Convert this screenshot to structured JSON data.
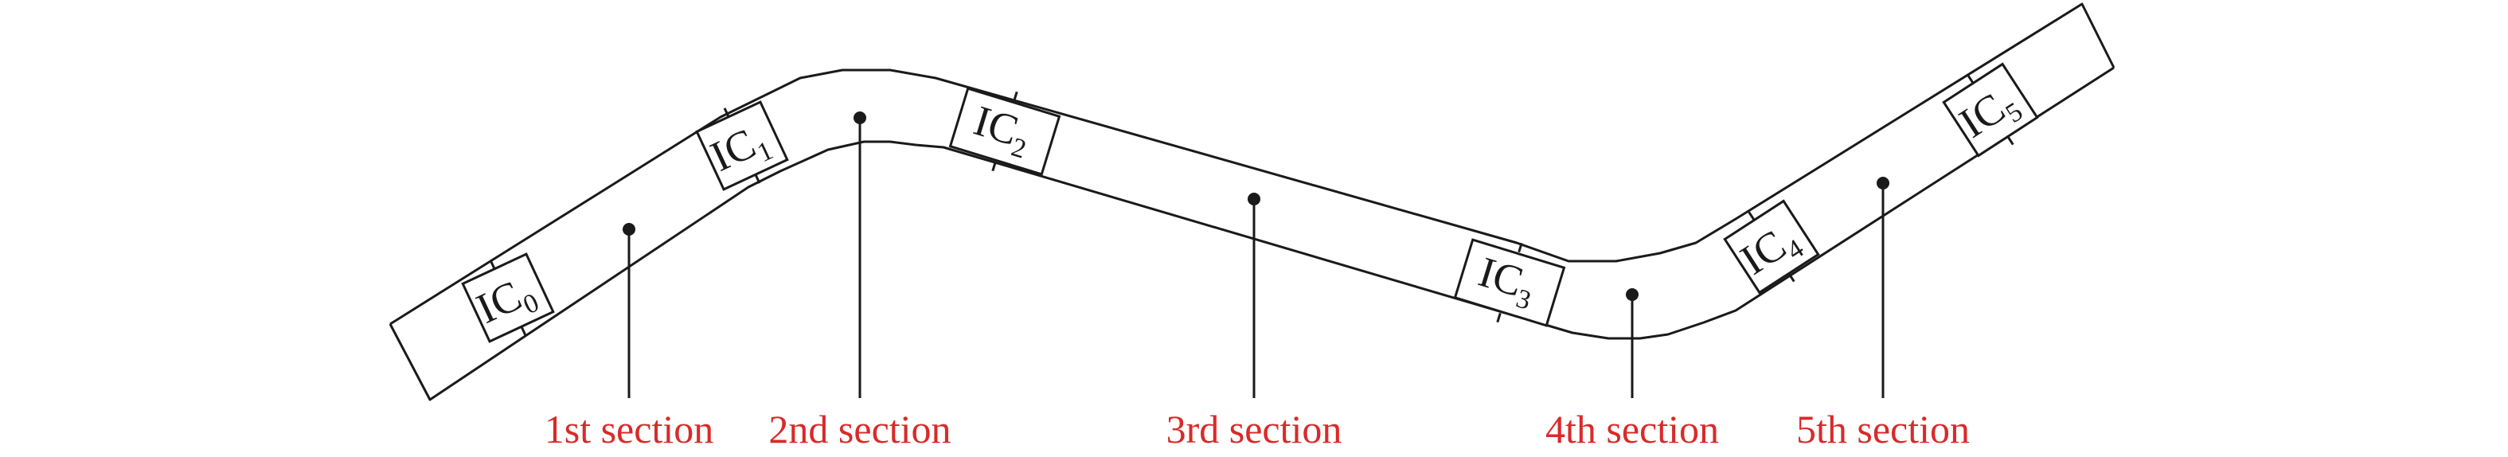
{
  "chips": [
    {
      "id": "IC0",
      "prefix": "IC",
      "sub": "0"
    },
    {
      "id": "IC1",
      "prefix": "IC",
      "sub": "1"
    },
    {
      "id": "IC2",
      "prefix": "IC",
      "sub": "2"
    },
    {
      "id": "IC3",
      "prefix": "IC",
      "sub": "3"
    },
    {
      "id": "IC4",
      "prefix": "IC",
      "sub": "4"
    },
    {
      "id": "IC5",
      "prefix": "IC",
      "sub": "5"
    }
  ],
  "sections": [
    {
      "label": "1st section"
    },
    {
      "label": "2nd section"
    },
    {
      "label": "3rd section"
    },
    {
      "label": "4th section"
    },
    {
      "label": "5th section"
    }
  ],
  "colors": {
    "section_label": "#d92a2a",
    "outline": "#1a1a1a"
  }
}
